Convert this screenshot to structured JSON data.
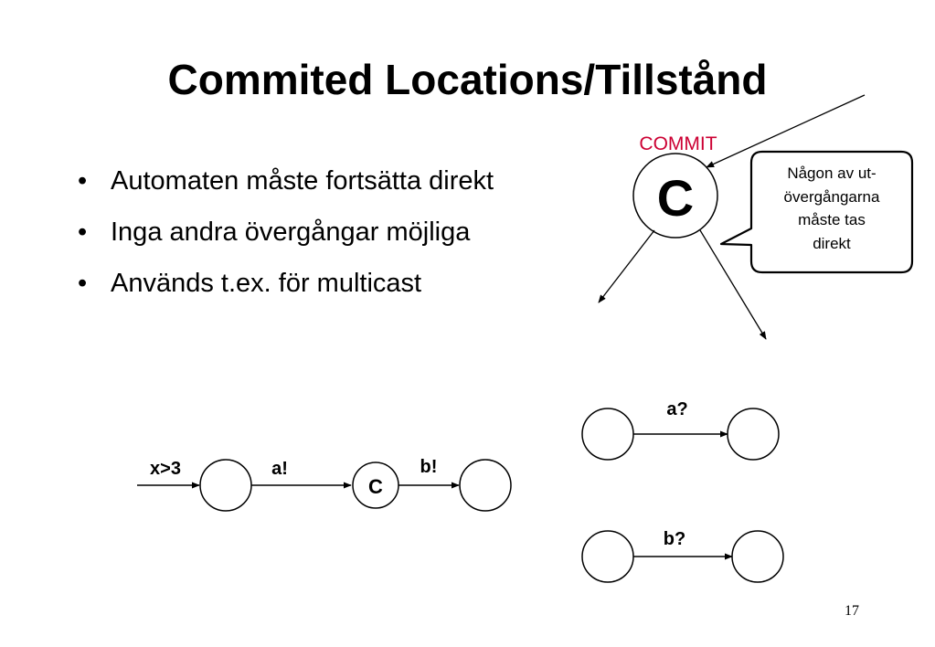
{
  "slide": {
    "title": "Commited Locations/Tillstånd",
    "page_number": "17"
  },
  "bullets": [
    "Automaten måste fortsätta direkt",
    "Inga andra övergångar möjliga",
    "Används t.ex. för multicast"
  ],
  "commit_example": {
    "commit_label": "COMMIT",
    "commit_label_color": "#cc0033",
    "node_letter": "C",
    "callout_lines": [
      "Någon av ut-",
      "övergångarna",
      "måste tas",
      "direkt"
    ]
  },
  "sender_automaton": {
    "guard": "x>3",
    "send_a": "a!",
    "committed_node": "C",
    "send_b": "b!"
  },
  "receiver_a": {
    "label": "a?"
  },
  "receiver_b": {
    "label": "b?"
  }
}
